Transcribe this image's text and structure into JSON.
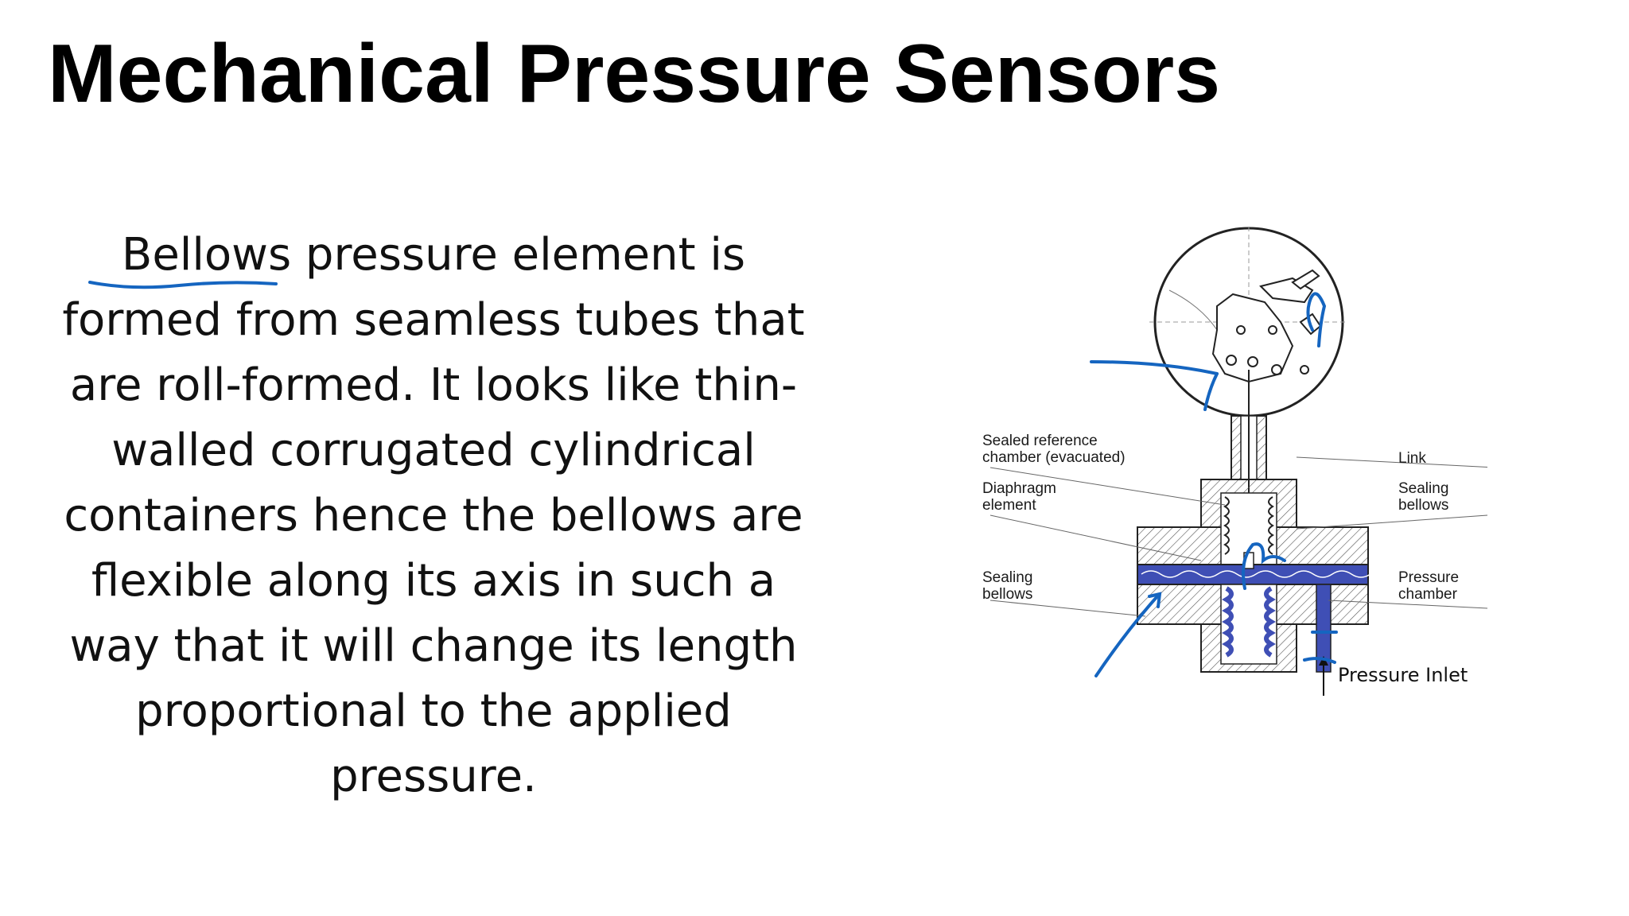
{
  "slide": {
    "title": "Mechanical Pressure Sensors",
    "paragraph": "Bellows pressure element is formed from seamless tubes that are roll-formed. It looks like thin-walled corrugated cylindrical containers hence the bellows are flexible along its axis in such a way that it will change its length proportional to the applied pressure."
  },
  "diagram": {
    "labels": {
      "sealed_ref_1": "Sealed reference",
      "sealed_ref_2": "chamber (evacuated)",
      "diaphragm_1": "Diaphragm",
      "diaphragm_2": "element",
      "sealing_left_1": "Sealing",
      "sealing_left_2": "bellows",
      "link": "Link",
      "sealing_right_1": "Sealing",
      "sealing_right_2": "bellows",
      "pressure_ch_1": "Pressure",
      "pressure_ch_2": "chamber",
      "inlet": "Pressure Inlet"
    }
  },
  "colors": {
    "annotation": "#1565c0",
    "fill_blue": "#3f4fb5"
  }
}
